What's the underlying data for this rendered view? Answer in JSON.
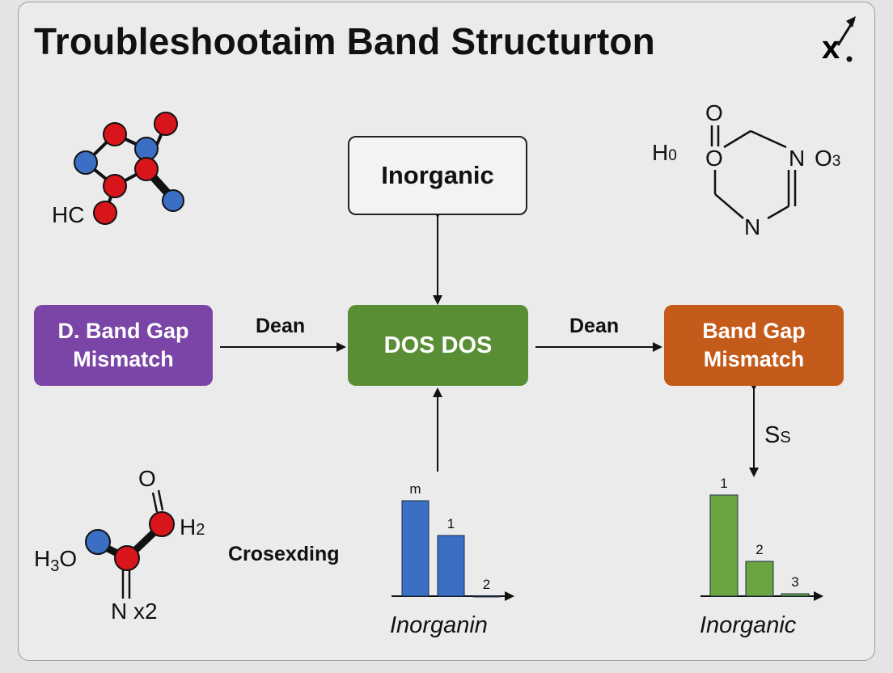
{
  "title": "Troubleshootaim Band Structurton",
  "corner_icon": "x-arrow-icon",
  "boxes": {
    "inorganic": "Inorganic",
    "left": {
      "line1": "D. Band Gap",
      "line2": "Mismatch",
      "color": "#7a45a6"
    },
    "center": {
      "label": "DOS DOS",
      "color": "#5a8e35"
    },
    "right": {
      "line1": "Band Gap",
      "line2": "Mismatch",
      "color": "#c55b1a"
    }
  },
  "edges": {
    "left_label": "Dean",
    "right_label": "Dean",
    "side_label_main": "S",
    "side_label_sub": "S"
  },
  "molecules": {
    "top_left": {
      "label": "HC"
    },
    "top_right": {
      "h_main": "H",
      "h_sub": "0",
      "o_ring": "O",
      "o_top": "O",
      "n_right": "N",
      "o3_main": "O",
      "o3_sub": "3",
      "n_bottom": "N"
    },
    "bottom_left": {
      "o_top": "O",
      "h2_main": "H",
      "h2_sub": "2",
      "h3o_main": "H",
      "h3o_sub": "3",
      "h3o_end": "O",
      "n_label": "N x2"
    }
  },
  "crosslabel": "Crosexding",
  "chart_data": [
    {
      "type": "bar",
      "bar_labels": [
        "m",
        "1",
        "2"
      ],
      "values": [
        118,
        75,
        0
      ],
      "color": "#3a6fc4",
      "xlabel": "Inorganin"
    },
    {
      "type": "bar",
      "bar_labels": [
        "1",
        "2",
        "3"
      ],
      "values": [
        125,
        43,
        3
      ],
      "color": "#6aa53f",
      "xlabel": "Inorganic"
    }
  ],
  "colors": {
    "atom_red": "#d9151c",
    "atom_blue": "#3a6fc4"
  }
}
